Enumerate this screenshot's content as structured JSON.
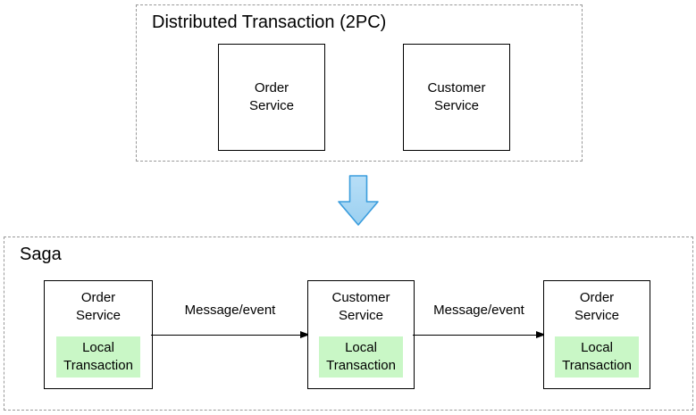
{
  "top_section": {
    "title": "Distributed Transaction (2PC)",
    "boxes": [
      {
        "label": "Order\nService"
      },
      {
        "label": "Customer\nService"
      }
    ]
  },
  "transition": {
    "icon": "down-arrow"
  },
  "bottom_section": {
    "title": "Saga",
    "boxes": [
      {
        "label": "Order\nService",
        "inner": "Local\nTransaction"
      },
      {
        "label": "Customer\nService",
        "inner": "Local\nTransaction"
      },
      {
        "label": "Order\nService",
        "inner": "Local\nTransaction"
      }
    ],
    "arrows": [
      {
        "label": "Message/event"
      },
      {
        "label": "Message/event"
      }
    ]
  },
  "colors": {
    "background": "#ffffff",
    "dashed_border": "#999999",
    "service_box_border": "#000000",
    "local_transaction_fill": "#c9f7c6",
    "down_arrow_fill_top": "#b7def7",
    "down_arrow_fill_bottom": "#9bd0f0",
    "down_arrow_stroke": "#3b9ddd",
    "text": "#000000"
  }
}
